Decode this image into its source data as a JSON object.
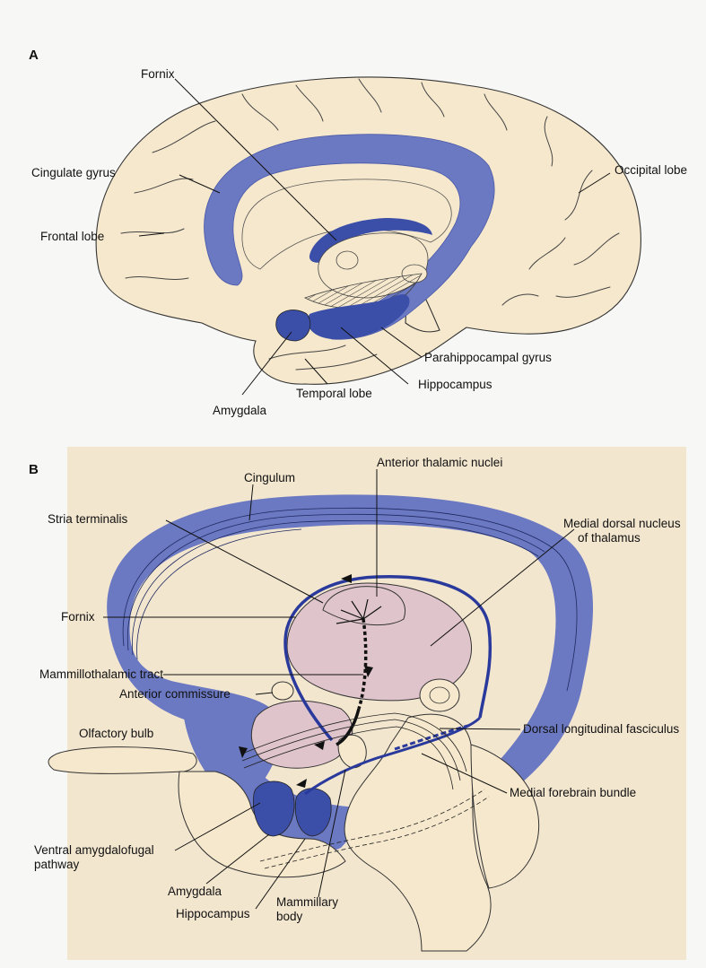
{
  "panels": {
    "a": {
      "letter": "A",
      "labels": {
        "fornix": "Fornix",
        "cingulate_gyrus": "Cingulate gyrus",
        "frontal_lobe": "Frontal lobe",
        "occipital_lobe": "Occipital lobe",
        "parahippocampal_gyrus": "Parahippocampal gyrus",
        "hippocampus": "Hippocampus",
        "temporal_lobe": "Temporal lobe",
        "amygdala": "Amygdala"
      }
    },
    "b": {
      "letter": "B",
      "labels": {
        "cingulum": "Cingulum",
        "anterior_thalamic_nuclei": "Anterior thalamic nuclei",
        "stria_terminalis": "Stria terminalis",
        "medial_dorsal_line1": "Medial dorsal nucleus",
        "medial_dorsal_line2": "of thalamus",
        "fornix": "Fornix",
        "mammillothalamic_tract": "Mammillothalamic tract",
        "anterior_commissure": "Anterior commissure",
        "olfactory_bulb": "Olfactory bulb",
        "dorsal_longitudinal_fasciculus": "Dorsal longitudinal fasciculus",
        "medial_forebrain_bundle": "Medial forebrain bundle",
        "ventral_amygdalofugal_line1": "Ventral amygdalofugal",
        "ventral_amygdalofugal_line2": "pathway",
        "amygdala": "Amygdala",
        "hippocampus": "Hippocampus",
        "mammillary_line1": "Mammillary",
        "mammillary_line2": "body"
      }
    }
  },
  "colors": {
    "brain": "#f6e8cc",
    "limbic": "#6b78c2",
    "limbic_dark": "#3c4fa8",
    "thalamus": "#dfc4cc",
    "panel_b_background": "#f3e6cf"
  }
}
